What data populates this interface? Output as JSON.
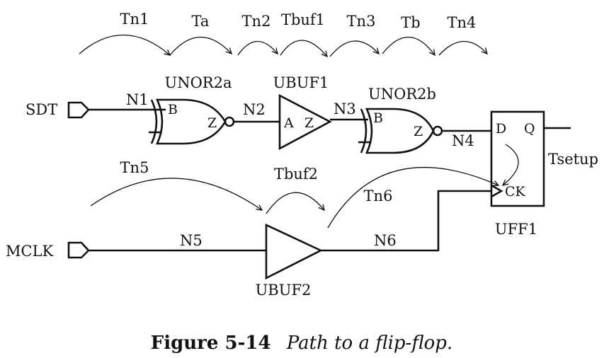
{
  "timing_labels": {
    "tn1": "Tn1",
    "ta": "Ta",
    "tn2": "Tn2",
    "tbuf1": "Tbuf1",
    "tn3": "Tn3",
    "tb": "Tb",
    "tn4": "Tn4",
    "tn5": "Tn5",
    "tbuf2": "Tbuf2",
    "tn6": "Tn6",
    "tsetup": "Tsetup"
  },
  "ports": {
    "sdt": "SDT",
    "mclk": "MCLK"
  },
  "nets": {
    "n1": "N1",
    "n2": "N2",
    "n3": "N3",
    "n4": "N4",
    "n5": "N5",
    "n6": "N6"
  },
  "cells": {
    "unor2a": "UNOR2a",
    "ubuf1": "UBUF1",
    "unor2b": "UNOR2b",
    "ubuf2": "UBUF2",
    "uff1": "UFF1"
  },
  "pins": {
    "b": "B",
    "z": "Z",
    "a": "A",
    "d": "D",
    "q": "Q",
    "ck": "CK"
  },
  "caption": {
    "number": "Figure 5-14",
    "text": "Path to a flip-flop."
  }
}
